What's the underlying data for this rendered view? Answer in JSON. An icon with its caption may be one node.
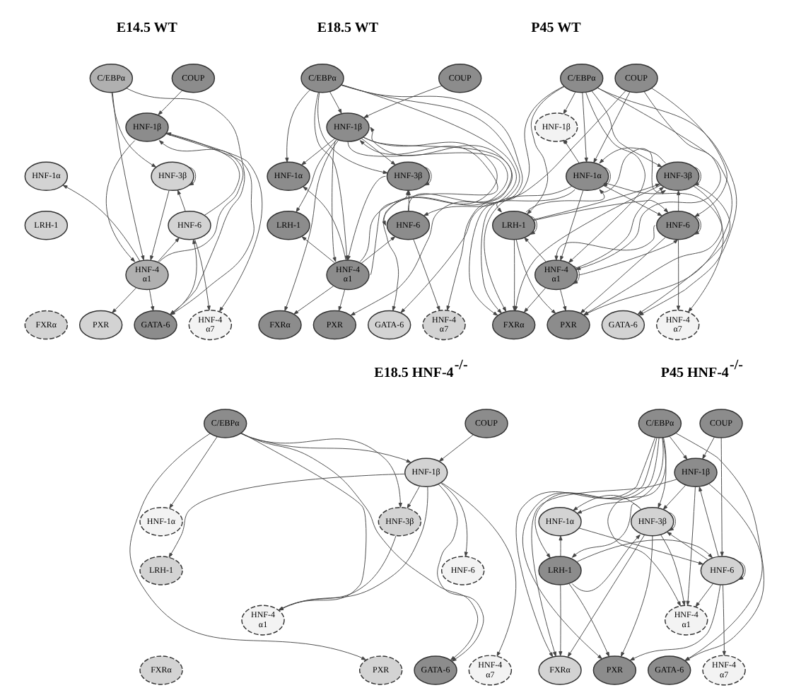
{
  "diagram": {
    "nodes": [
      {
        "text": [
          "C/EBPα"
        ]
      },
      {
        "text": [
          "COUP"
        ]
      },
      {
        "text": [
          "HNF-1β"
        ]
      },
      {
        "text": [
          "HNF-1α"
        ]
      },
      {
        "text": [
          "HNF-3β"
        ]
      },
      {
        "text": [
          "LRH-1"
        ]
      },
      {
        "text": [
          "HNF-6"
        ]
      },
      {
        "text": [
          "HNF-4 α1"
        ]
      },
      {
        "text": [
          "FXRα"
        ]
      },
      {
        "text": [
          "PXR"
        ]
      },
      {
        "text": [
          "GATA-6"
        ]
      },
      {
        "text": [
          "HNF-4 α7"
        ]
      },
      {
        "text": [
          "C/EBPα"
        ]
      },
      {
        "text": [
          "COUP"
        ]
      },
      {
        "text": [
          "HNF-1β"
        ]
      },
      {
        "text": [
          "HNF-1α"
        ]
      },
      {
        "text": [
          "HNF-3β"
        ]
      },
      {
        "text": [
          "LRH-1"
        ]
      },
      {
        "text": [
          "HNF-6"
        ]
      },
      {
        "text": [
          "HNF-4 α1"
        ]
      },
      {
        "text": [
          "FXRα"
        ]
      },
      {
        "text": [
          "PXR"
        ]
      },
      {
        "text": [
          "GATA-6"
        ]
      },
      {
        "text": [
          "HNF-4 α7"
        ]
      },
      {
        "text": [
          "C/EBPα"
        ]
      },
      {
        "text": [
          "COUP"
        ]
      },
      {
        "text": [
          "HNF-1β"
        ]
      },
      {
        "text": [
          "HNF-1α"
        ]
      },
      {
        "text": [
          "HNF-3β"
        ]
      },
      {
        "text": [
          "LRH-1"
        ]
      },
      {
        "text": [
          "HNF-6"
        ]
      },
      {
        "text": [
          "HNF-4 α1"
        ]
      },
      {
        "text": [
          "FXRα"
        ]
      },
      {
        "text": [
          "PXR"
        ]
      },
      {
        "text": [
          "GATA-6"
        ]
      },
      {
        "text": [
          "HNF-4 α7"
        ]
      },
      {
        "text": [
          "C/EBPα"
        ]
      },
      {
        "text": [
          "COUP"
        ]
      },
      {
        "text": [
          "HNF-1β"
        ]
      },
      {
        "text": [
          "HNF-1α"
        ]
      },
      {
        "text": [
          "HNF-3β"
        ]
      },
      {
        "text": [
          "LRH-1"
        ]
      },
      {
        "text": [
          "HNF-6"
        ]
      },
      {
        "text": [
          "HNF-4 α1"
        ]
      },
      {
        "text": [
          "FXRα"
        ]
      },
      {
        "text": [
          "PXR"
        ]
      },
      {
        "text": [
          "GATA-6"
        ]
      },
      {
        "text": [
          "HNF-4 α7"
        ]
      },
      {
        "text": [
          "C/EBPα"
        ]
      },
      {
        "text": [
          "COUP"
        ]
      },
      {
        "text": [
          "HNF-1β"
        ]
      },
      {
        "text": [
          "HNF-1α"
        ]
      },
      {
        "text": [
          "HNF-3β"
        ]
      },
      {
        "text": [
          "LRH-1"
        ]
      },
      {
        "text": [
          "HNF-6"
        ]
      },
      {
        "text": [
          "HNF-4 α1"
        ]
      },
      {
        "text": [
          "FXRα"
        ]
      },
      {
        "text": [
          "PXR"
        ]
      },
      {
        "text": [
          "GATA-6"
        ]
      },
      {
        "text": [
          "HNF-4 α7"
        ]
      }
    ],
    "edges": [
      {
        "from": 0,
        "to": 4,
        "arrow": "to"
      },
      {
        "from": 0,
        "to": 7,
        "arrow": "to"
      },
      {
        "from": 0,
        "to": 10,
        "arrow": "to"
      },
      {
        "from": 1,
        "to": 2,
        "arrow": "to"
      },
      {
        "from": 2,
        "to": 7,
        "arrow": "to"
      },
      {
        "from": 7,
        "to": 2,
        "arrow": "to"
      },
      {
        "from": 2,
        "to": 10,
        "arrow": "to"
      },
      {
        "from": 2,
        "to": 11,
        "arrow": "to"
      },
      {
        "from": 4,
        "to": 4,
        "arrow": "to"
      },
      {
        "from": 4,
        "to": 7,
        "arrow": "to"
      },
      {
        "from": 6,
        "to": 4,
        "arrow": "to"
      },
      {
        "from": 6,
        "to": 2,
        "arrow": "to"
      },
      {
        "from": 6,
        "to": 11,
        "arrow": "to"
      },
      {
        "from": 7,
        "to": 3,
        "arrow": "to"
      },
      {
        "from": 7,
        "to": 6,
        "arrow": "to"
      },
      {
        "from": 7,
        "to": 9,
        "arrow": "to"
      },
      {
        "from": 7,
        "to": 10,
        "arrow": "to"
      },
      {
        "from": 10,
        "to": 6,
        "arrow": "to"
      },
      {
        "from": 12,
        "to": 14,
        "arrow": "to"
      },
      {
        "from": 12,
        "to": 15,
        "arrow": "to"
      },
      {
        "from": 12,
        "to": 16,
        "arrow": "to"
      },
      {
        "from": 12,
        "to": 19,
        "arrow": "to"
      },
      {
        "from": 12,
        "to": 21,
        "arrow": "to"
      },
      {
        "from": 12,
        "to": 18,
        "arrow": "to"
      },
      {
        "from": 12,
        "to": 22,
        "arrow": "to"
      },
      {
        "from": 13,
        "to": 14,
        "arrow": "to"
      },
      {
        "from": 14,
        "to": 15,
        "arrow": "to"
      },
      {
        "from": 14,
        "to": 17,
        "arrow": "to"
      },
      {
        "from": 14,
        "to": 16,
        "arrow": "to"
      },
      {
        "from": 14,
        "to": 18,
        "arrow": "to"
      },
      {
        "from": 18,
        "to": 14,
        "arrow": "to"
      },
      {
        "from": 14,
        "to": 19,
        "arrow": "to"
      },
      {
        "from": 19,
        "to": 14,
        "arrow": "to"
      },
      {
        "from": 14,
        "to": 20,
        "arrow": "to"
      },
      {
        "from": 14,
        "to": 22,
        "arrow": "to"
      },
      {
        "from": 14,
        "to": 23,
        "arrow": "to"
      },
      {
        "from": 16,
        "to": 16,
        "arrow": "to"
      },
      {
        "from": 16,
        "to": 19,
        "arrow": "to"
      },
      {
        "from": 19,
        "to": 16,
        "arrow": "to"
      },
      {
        "from": 18,
        "to": 16,
        "arrow": "to"
      },
      {
        "from": 18,
        "to": 23,
        "arrow": "to"
      },
      {
        "from": 19,
        "to": 15,
        "arrow": "to"
      },
      {
        "from": 19,
        "to": 17,
        "arrow": "to"
      },
      {
        "from": 19,
        "to": 18,
        "arrow": "to"
      },
      {
        "from": 19,
        "to": 20,
        "arrow": "to"
      },
      {
        "from": 19,
        "to": 21,
        "arrow": "to"
      },
      {
        "from": 24,
        "to": 26,
        "arrow": "to"
      },
      {
        "from": 24,
        "to": 27,
        "arrow": "to"
      },
      {
        "from": 24,
        "to": 28,
        "arrow": "to"
      },
      {
        "from": 24,
        "to": 31,
        "arrow": "to"
      },
      {
        "from": 24,
        "to": 33,
        "arrow": "to"
      },
      {
        "from": 24,
        "to": 29,
        "arrow": "to"
      },
      {
        "from": 24,
        "to": 32,
        "arrow": "to"
      },
      {
        "from": 24,
        "to": 34,
        "arrow": "to"
      },
      {
        "from": 25,
        "to": 27,
        "arrow": "to"
      },
      {
        "from": 25,
        "to": 31,
        "arrow": "to"
      },
      {
        "from": 25,
        "to": 30,
        "arrow": "to"
      },
      {
        "from": 25,
        "to": 32,
        "arrow": "to"
      },
      {
        "from": 27,
        "to": 27,
        "arrow": "other"
      },
      {
        "from": 27,
        "to": 26,
        "arrow": "other"
      },
      {
        "from": 27,
        "to": 28,
        "arrow": "to"
      },
      {
        "from": 28,
        "to": 27,
        "arrow": "to"
      },
      {
        "from": 27,
        "to": 29,
        "arrow": "to"
      },
      {
        "from": 29,
        "to": 27,
        "arrow": "to"
      },
      {
        "from": 27,
        "to": 30,
        "arrow": "to"
      },
      {
        "from": 27,
        "to": 31,
        "arrow": "to"
      },
      {
        "from": 27,
        "to": 32,
        "arrow": "to"
      },
      {
        "from": 27,
        "to": 35,
        "arrow": "to"
      },
      {
        "from": 28,
        "to": 28,
        "arrow": "to"
      },
      {
        "from": 28,
        "to": 32,
        "arrow": "to"
      },
      {
        "from": 28,
        "to": 33,
        "arrow": "to"
      },
      {
        "from": 28,
        "to": 34,
        "arrow": "to"
      },
      {
        "from": 29,
        "to": 29,
        "arrow": "to"
      },
      {
        "from": 29,
        "to": 28,
        "arrow": "to"
      },
      {
        "from": 29,
        "to": 30,
        "arrow": "to"
      },
      {
        "from": 29,
        "to": 32,
        "arrow": "to"
      },
      {
        "from": 29,
        "to": 33,
        "arrow": "to"
      },
      {
        "from": 30,
        "to": 28,
        "arrow": "to"
      },
      {
        "from": 30,
        "to": 30,
        "arrow": "to"
      },
      {
        "from": 30,
        "to": 31,
        "arrow": "to"
      },
      {
        "from": 31,
        "to": 30,
        "arrow": "to"
      },
      {
        "from": 30,
        "to": 33,
        "arrow": "to"
      },
      {
        "from": 30,
        "to": 35,
        "arrow": "to"
      },
      {
        "from": 31,
        "to": 28,
        "arrow": "to"
      },
      {
        "from": 31,
        "to": 29,
        "arrow": "to"
      },
      {
        "from": 31,
        "to": 31,
        "arrow": "to"
      },
      {
        "from": 31,
        "to": 32,
        "arrow": "to"
      },
      {
        "from": 31,
        "to": 33,
        "arrow": "to"
      },
      {
        "from": 36,
        "to": 38,
        "arrow": "to"
      },
      {
        "from": 36,
        "to": 39,
        "arrow": "to"
      },
      {
        "from": 36,
        "to": 40,
        "arrow": "to"
      },
      {
        "from": 36,
        "to": 43,
        "arrow": "to"
      },
      {
        "from": 36,
        "to": 45,
        "arrow": "to"
      },
      {
        "from": 36,
        "to": 46,
        "arrow": "to"
      },
      {
        "from": 37,
        "to": 38,
        "arrow": "to"
      },
      {
        "from": 38,
        "to": 40,
        "arrow": "to"
      },
      {
        "from": 38,
        "to": 41,
        "arrow": "to"
      },
      {
        "from": 38,
        "to": 42,
        "arrow": "to"
      },
      {
        "from": 38,
        "to": 43,
        "arrow": "to"
      },
      {
        "from": 38,
        "to": 46,
        "arrow": "to"
      },
      {
        "from": 38,
        "to": 47,
        "arrow": "to"
      },
      {
        "from": 40,
        "to": 43,
        "arrow": "to"
      },
      {
        "from": 48,
        "to": 50,
        "arrow": "to"
      },
      {
        "from": 48,
        "to": 51,
        "arrow": "to"
      },
      {
        "from": 48,
        "to": 52,
        "arrow": "to"
      },
      {
        "from": 48,
        "to": 55,
        "arrow": "to"
      },
      {
        "from": 48,
        "to": 57,
        "arrow": "to"
      },
      {
        "from": 48,
        "to": 53,
        "arrow": "to"
      },
      {
        "from": 48,
        "to": 56,
        "arrow": "to"
      },
      {
        "from": 48,
        "to": 58,
        "arrow": "to"
      },
      {
        "from": 49,
        "to": 50,
        "arrow": "to"
      },
      {
        "from": 49,
        "to": 54,
        "arrow": "to"
      },
      {
        "from": 50,
        "to": 52,
        "arrow": "to"
      },
      {
        "from": 50,
        "to": 55,
        "arrow": "to"
      },
      {
        "from": 50,
        "to": 56,
        "arrow": "to"
      },
      {
        "from": 50,
        "to": 58,
        "arrow": "to"
      },
      {
        "from": 52,
        "to": 51,
        "arrow": "to"
      },
      {
        "from": 52,
        "to": 52,
        "arrow": "to"
      },
      {
        "from": 52,
        "to": 53,
        "arrow": "to"
      },
      {
        "from": 52,
        "to": 55,
        "arrow": "to"
      },
      {
        "from": 52,
        "to": 56,
        "arrow": "to"
      },
      {
        "from": 52,
        "to": 57,
        "arrow": "to"
      },
      {
        "from": 51,
        "to": 54,
        "arrow": "to"
      },
      {
        "from": 53,
        "to": 51,
        "arrow": "to"
      },
      {
        "from": 53,
        "to": 52,
        "arrow": "to"
      },
      {
        "from": 53,
        "to": 54,
        "arrow": "to"
      },
      {
        "from": 53,
        "to": 56,
        "arrow": "to"
      },
      {
        "from": 53,
        "to": 57,
        "arrow": "to"
      },
      {
        "from": 54,
        "to": 50,
        "arrow": "to"
      },
      {
        "from": 54,
        "to": 52,
        "arrow": "to"
      },
      {
        "from": 54,
        "to": 54,
        "arrow": "to"
      },
      {
        "from": 54,
        "to": 55,
        "arrow": "to"
      },
      {
        "from": 54,
        "to": 57,
        "arrow": "to"
      },
      {
        "from": 54,
        "to": 59,
        "arrow": "to"
      }
    ],
    "labels": [
      "E14.5 WT",
      "E18.5 WT",
      "P45 WT",
      "E18.5 HNF-4$^{-/-}$",
      "P45 HNF-4$^{-/-}$"
    ]
  }
}
